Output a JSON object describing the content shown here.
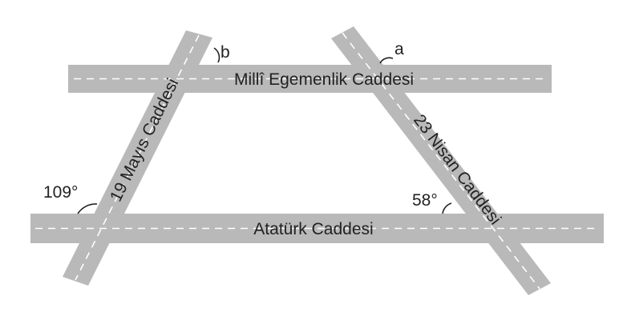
{
  "streets": {
    "top": "Millî Egemenlik Caddesi",
    "bottom": "Atatürk Caddesi",
    "left": "19 Mayıs Caddesi",
    "right": "23 Nisan Caddesi"
  },
  "angles": {
    "a": "a",
    "b": "b",
    "left_bottom": "109°",
    "right_bottom": "58°"
  },
  "colors": {
    "road": "#b9b9b9",
    "centerline": "#ffffff",
    "text": "#222222"
  }
}
